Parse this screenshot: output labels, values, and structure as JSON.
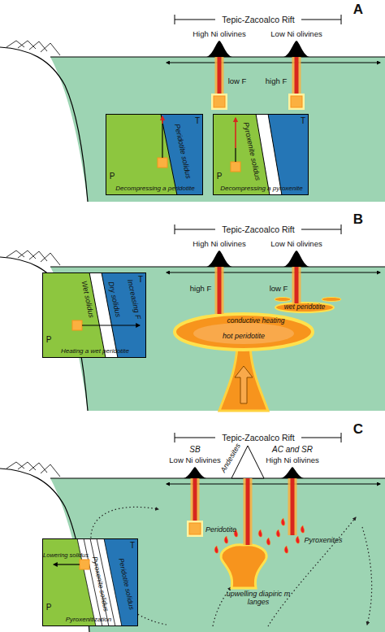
{
  "diagram": {
    "nodes": [
      {
        "text": [
          "T",
          "P",
          "Peridotite solidus",
          "Decompressing a peridotite"
        ]
      },
      {
        "text": [
          "T",
          "P",
          "Pyroxenite solidus",
          "Decompressing a pyroxenite"
        ]
      },
      {
        "text": [
          "T",
          "P",
          "Wet solidus",
          "Dry solidus",
          "Increasing F",
          "Heating a wet peridotite"
        ]
      },
      {
        "text": [
          "wet peridotite"
        ]
      },
      {
        "text": [
          "conductive heating",
          "hot peridotite"
        ]
      },
      {
        "text": [
          "T",
          "P",
          "Lowering solidus",
          "Pyroxenite solidus",
          "Peridotite solidus",
          "Pyroxenitization"
        ]
      }
    ],
    "labels": [
      "A",
      "Tepic-Zacoalco Rift",
      "High Ni olivines",
      "Low Ni olivines",
      "low F",
      "high F",
      "B",
      "Tepic-Zacoalco Rift",
      "High Ni olivines",
      "Low Ni olivines",
      "high F",
      "low F",
      "C",
      "Tepic-Zacoalco Rift",
      "SB",
      "Low Ni olivines",
      "Andesites",
      "AC and SR",
      "High Ni olivines",
      "Peridotite",
      "Pyroxenites",
      "upwelling diapiric m langes"
    ]
  }
}
